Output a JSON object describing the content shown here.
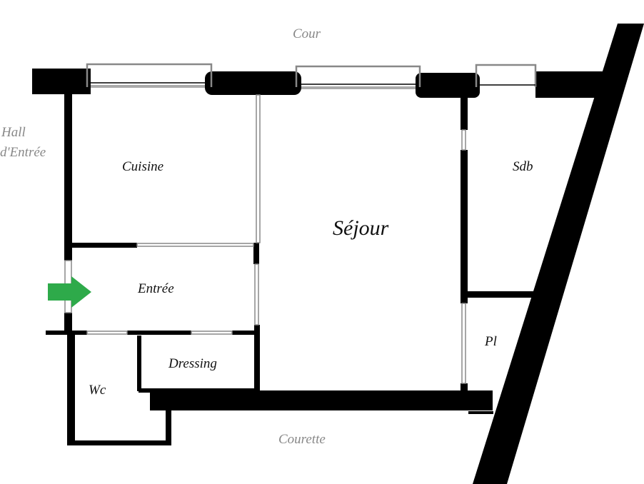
{
  "plan": {
    "exterior_labels": {
      "cour": "Cour",
      "hall_line1": "Hall",
      "hall_line2": "d'Entrée",
      "courette": "Courette"
    },
    "rooms": {
      "cuisine": "Cuisine",
      "sejour": "Séjour",
      "sdb": "Sdb",
      "entree": "Entrée",
      "dressing": "Dressing",
      "wc": "Wc",
      "pl": "Pl"
    },
    "colors": {
      "wall": "#000000",
      "window": "#888888",
      "entrance_arrow": "#2eaa4a"
    }
  }
}
